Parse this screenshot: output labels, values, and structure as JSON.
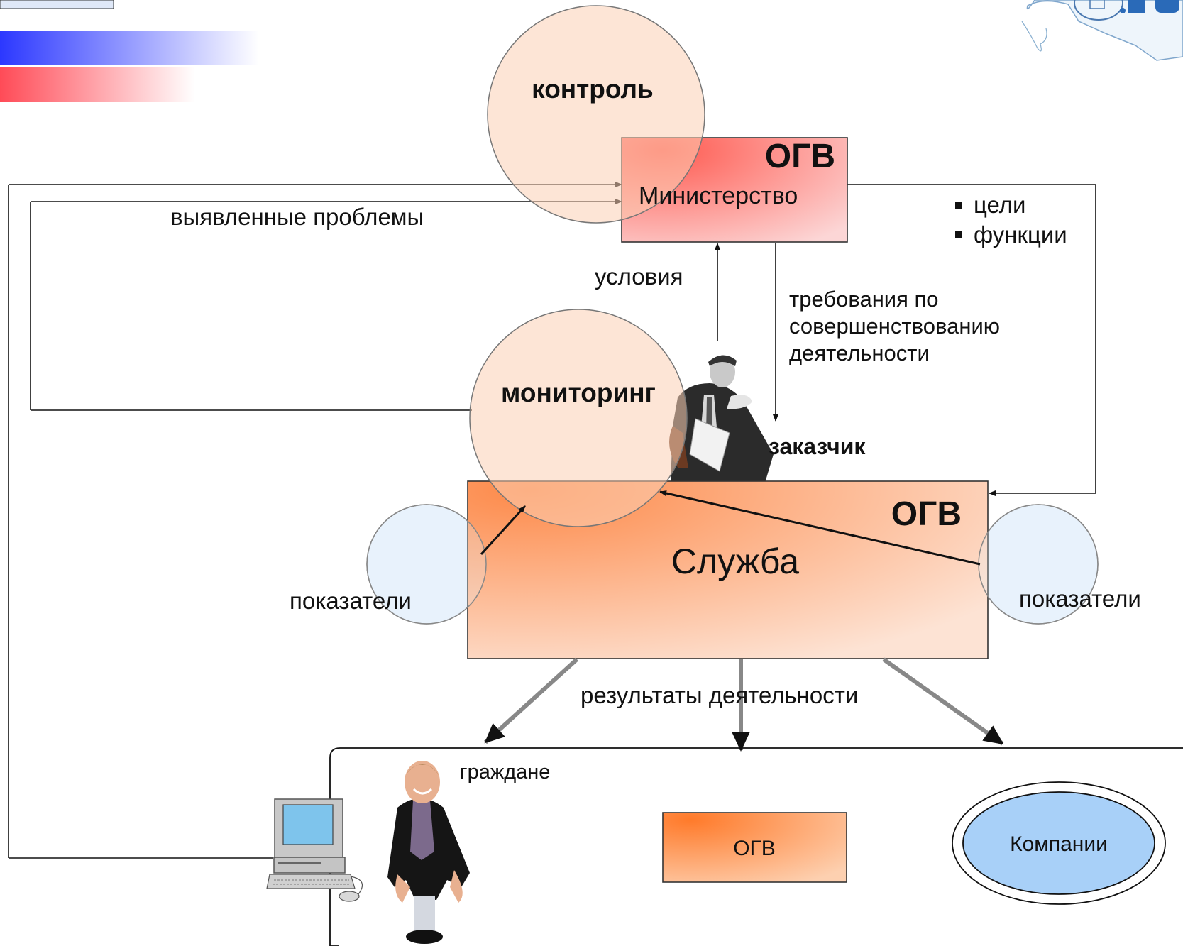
{
  "nodes": {
    "control": {
      "label": "контроль"
    },
    "ministry": {
      "tag": "ОГВ",
      "label": "Министерство"
    },
    "monitoring": {
      "label": "мониторинг"
    },
    "service": {
      "tag": "ОГВ",
      "label": "Служба"
    },
    "customer": {
      "label": "заказчик"
    },
    "indicators_left": {
      "label": "показатели"
    },
    "indicators_right": {
      "label": "показатели"
    },
    "citizens": {
      "label": "граждане"
    },
    "ogv_small": {
      "label": "ОГВ"
    },
    "companies": {
      "label": "Компании"
    }
  },
  "edges": {
    "identified_problems": "выявленные проблемы",
    "conditions": "условия",
    "requirements": [
      "требования по",
      "совершенствованию",
      "деятельности"
    ],
    "results": "результаты деятельности"
  },
  "goals_list": [
    "цели",
    "функции"
  ],
  "colors": {
    "ministry_fill": "#f0707a",
    "service_fill": "#f8a878",
    "circle_peach": "#fde0cc",
    "circle_blue": "#e8f2fc",
    "companies_fill": "#a8d0f8",
    "header_blue": "#3a4cff",
    "header_red": "#ff5a64"
  }
}
